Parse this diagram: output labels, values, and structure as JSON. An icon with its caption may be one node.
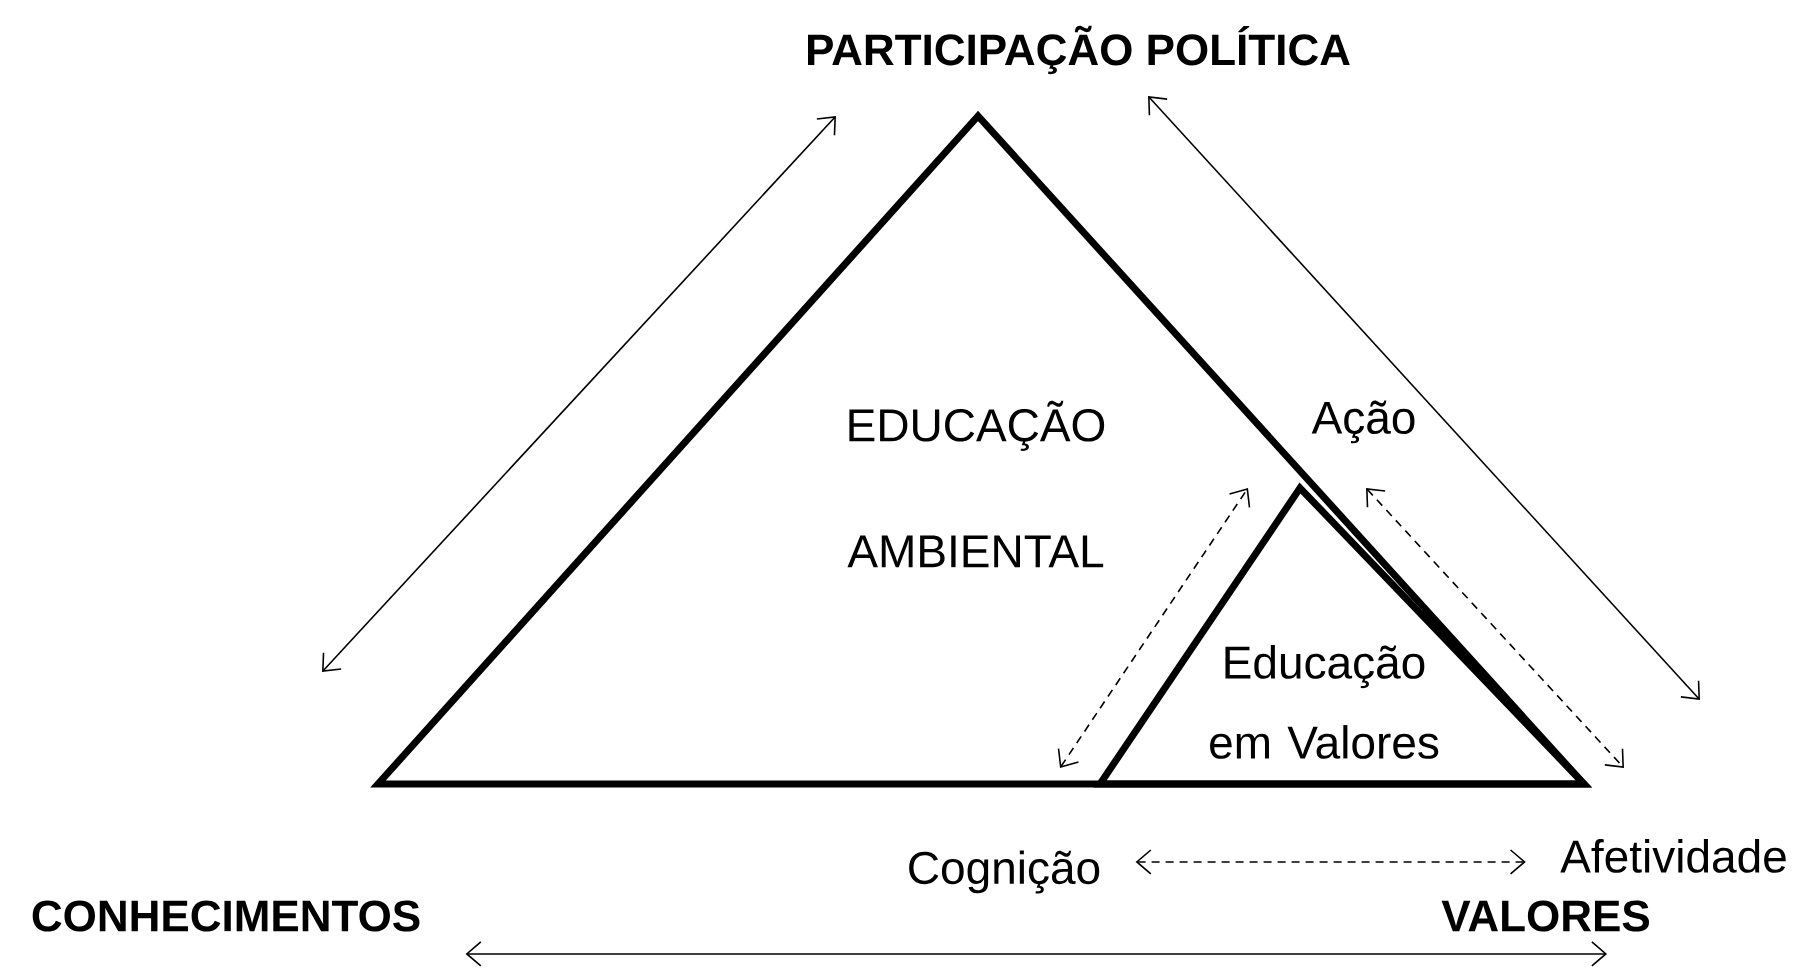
{
  "diagram": {
    "nodes": [
      {
        "text": [
          "PARTICIPAÇÃO POLÍTICA"
        ]
      },
      {
        "text": [
          "EDUCAÇÃO AMBIENTAL"
        ]
      },
      {
        "text": [
          "Ação"
        ]
      },
      {
        "text": [
          "Educação em Valores"
        ],
        "in": 1
      },
      {
        "text": [
          "Cognição"
        ]
      },
      {
        "text": [
          "Afetividade"
        ]
      },
      {
        "text": [
          "CONHECIMENTOS"
        ]
      },
      {
        "text": [
          "VALORES"
        ]
      }
    ],
    "edges": [
      {
        "from": 6,
        "to": 7,
        "arrow": "both"
      },
      {
        "from": 4,
        "to": 5,
        "arrow": "both",
        "style": "dashed"
      }
    ]
  }
}
